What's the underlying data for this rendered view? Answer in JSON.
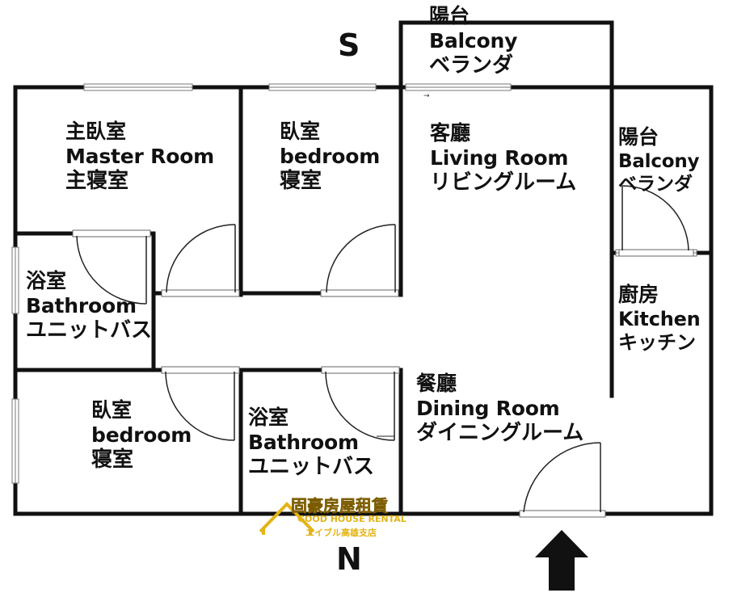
{
  "compass": {
    "top": "S",
    "bottom": "N"
  },
  "rooms": {
    "balcony_top": {
      "zh": "陽台",
      "en": "Balcony",
      "jp": "ベランダ"
    },
    "master": {
      "zh": "主臥室",
      "en": "Master Room",
      "jp": "主寝室"
    },
    "bedroom_top": {
      "zh": "臥室",
      "en": "bedroom",
      "jp": "寝室"
    },
    "living": {
      "zh": "客廳",
      "en": "Living Room",
      "jp": "リビングルーム"
    },
    "balcony_right": {
      "zh": "陽台",
      "en": "Balcony",
      "jp": "ベランダ"
    },
    "bath_left": {
      "zh": "浴室",
      "en": "Bathroom",
      "jp": "ユニットバス"
    },
    "kitchen": {
      "zh": "廚房",
      "en": "Kitchen",
      "jp": "キッチン"
    },
    "dining": {
      "zh": "餐廳",
      "en": "Dining Room",
      "jp": "ダイニングルーム"
    },
    "bedroom_bottom": {
      "zh": "臥室",
      "en": "bedroom",
      "jp": "寝室"
    },
    "bath_bottom": {
      "zh": "浴室",
      "en": "Bathroom",
      "jp": "ユニットバス"
    }
  },
  "logo": {
    "zh": "固豪房屋租賃",
    "en": "GOOD HOUSE RENTAL",
    "jp": "エイブル高雄支店",
    "color": "#e3b417"
  },
  "colors": {
    "wall": "#111111",
    "window": "#ffffff",
    "door": "#111111"
  },
  "icons": {
    "entrance": "entrance-arrow-icon"
  }
}
